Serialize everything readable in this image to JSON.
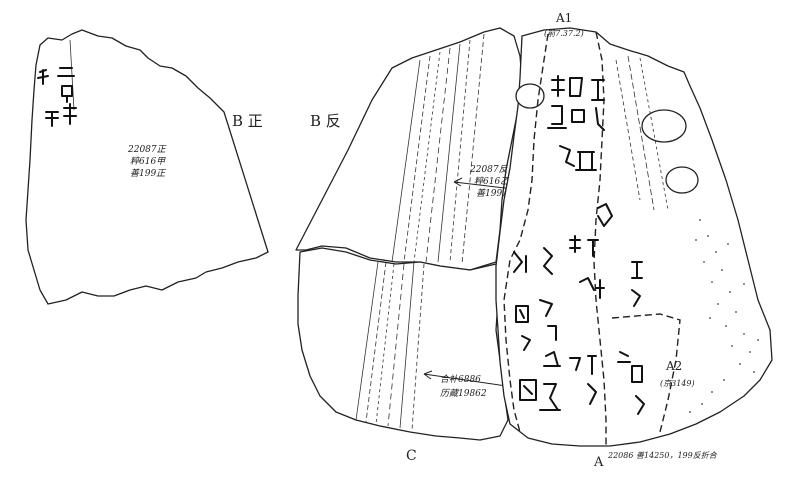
{
  "labels": {
    "b_front": "B 正",
    "b_back": "B 反",
    "a1": "A1",
    "a1_sub": "(前7.37.2)",
    "a2": "A2",
    "a2_sub": "(京3149)",
    "label_a": "A",
    "label_c": "C"
  },
  "annotations": {
    "b_front_note": [
      "22087正",
      "粹616甲",
      "善199正"
    ],
    "b_back_note": [
      "22087反",
      "粹616乙",
      "善199反"
    ],
    "c_note": [
      "合补6886",
      "历藏19862"
    ],
    "a_note": "22086 善14250，199反折合"
  }
}
